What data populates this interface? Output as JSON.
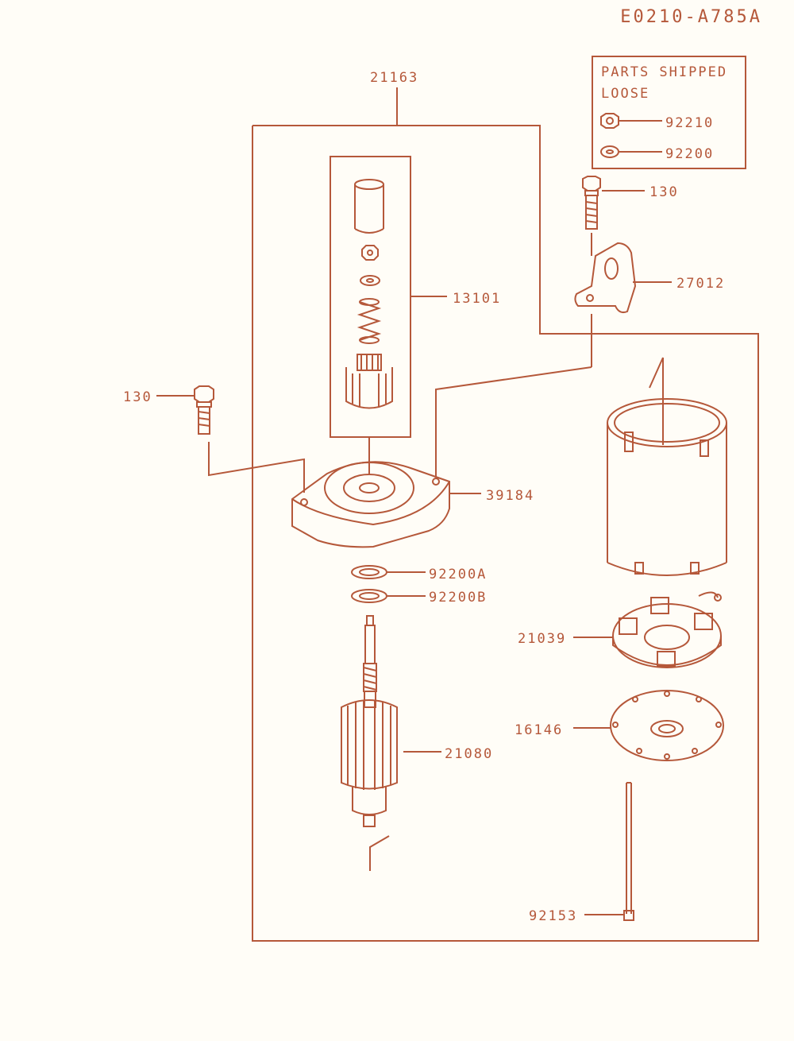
{
  "drawing_code": "E0210-A785A",
  "colors": {
    "line": "#b5583a",
    "background": "#fffdf7"
  },
  "loose_box": {
    "title_line1": "PARTS SHIPPED",
    "title_line2": "LOOSE",
    "items": [
      {
        "part": "92210",
        "icon": "hex-nut-icon"
      },
      {
        "part": "92200",
        "icon": "washer-icon"
      }
    ]
  },
  "callouts": {
    "assembly": "21163",
    "pinion_kit": "13101",
    "bolt_right": "130",
    "bracket": "27012",
    "bolt_left": "130",
    "end_cover": "39184",
    "washer_a": "92200A",
    "washer_b": "92200B",
    "brush_holder": "21039",
    "armature": "21080",
    "plate": "16146",
    "through_bolt": "92153"
  }
}
